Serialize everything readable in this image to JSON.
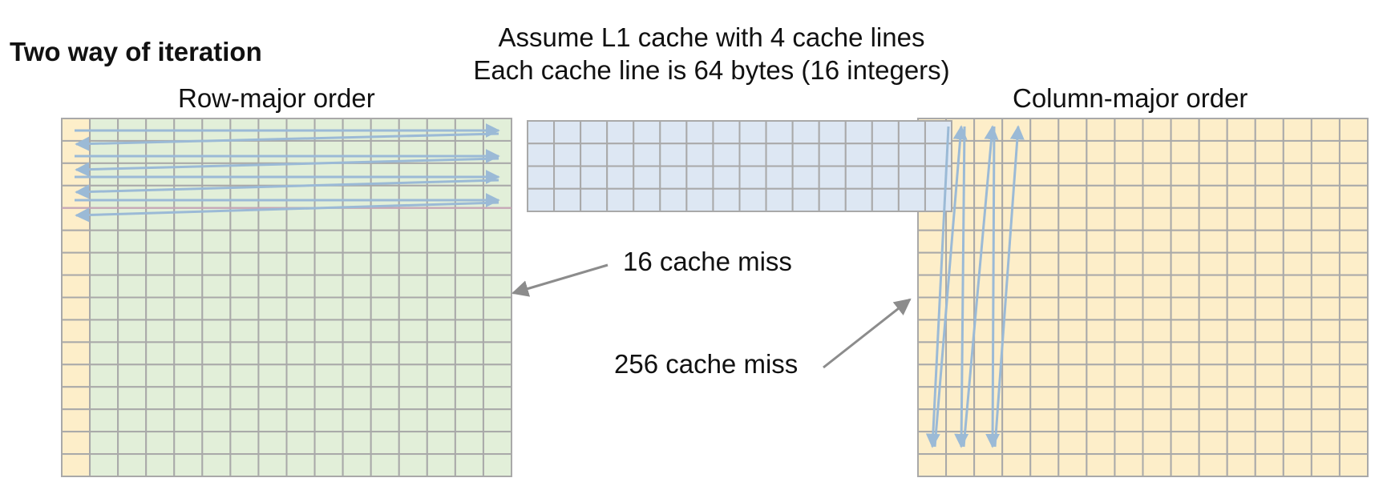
{
  "title": "Two way of iteration",
  "assumption": {
    "line1": "Assume L1 cache with 4 cache lines",
    "line2": "Each cache line is 64 bytes (16 integers)"
  },
  "row_major": {
    "label": "Row-major order",
    "miss_label": "16 cache miss",
    "rows": 16,
    "cols": 16
  },
  "column_major": {
    "label": "Column-major order",
    "miss_label": "256 cache miss",
    "rows": 16,
    "cols": 16
  },
  "cache": {
    "lines": 4,
    "integers_per_line": 16
  },
  "colors": {
    "grid_line": "#a9a9a9",
    "row_major_fill": "#e2efd9",
    "row_major_first_col_fill": "#fdeec9",
    "column_major_fill": "#fdeec9",
    "cache_fill": "#dde7f3",
    "iteration_arrow": "#9bbad6",
    "pointer_arrow": "#8c8c8c",
    "cache_band_separator": "#c9a6b8"
  }
}
